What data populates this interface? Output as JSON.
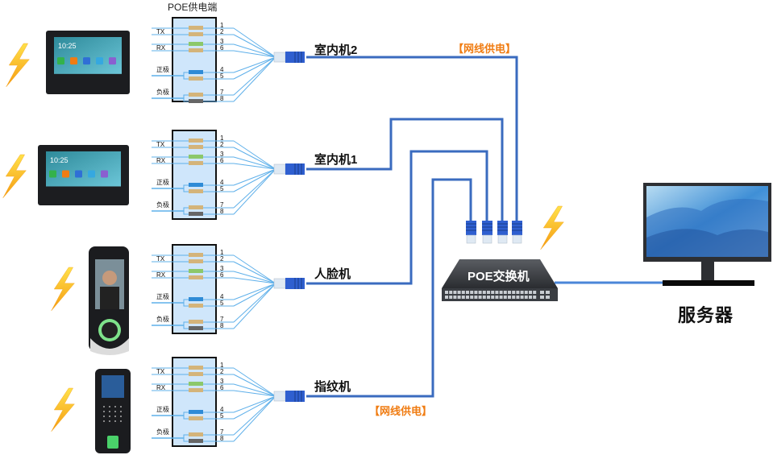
{
  "diagram": {
    "title": "POE供电端",
    "pins": [
      "1",
      "2",
      "3",
      "6",
      "4",
      "5",
      "7",
      "8"
    ],
    "pin_colors": [
      "#d4b47a",
      "#d4b47a",
      "#8cc86a",
      "#d4b47a",
      "#2f8bd6",
      "#d4b47a",
      "#d4b47a",
      "#666666"
    ],
    "signals": {
      "tx": "TX",
      "rx": "RX",
      "positive": "正极",
      "negative": "负极"
    },
    "devices": [
      {
        "name": "室内机2",
        "type": "indoor-monitor"
      },
      {
        "name": "室内机1",
        "type": "indoor-monitor"
      },
      {
        "name": "人脸机",
        "type": "face-terminal"
      },
      {
        "name": "指纹机",
        "type": "fingerprint-terminal"
      }
    ],
    "poe_tags": [
      "【网线供电】",
      "【网线供电】"
    ],
    "switch": {
      "name": "POE交换机"
    },
    "server": {
      "name": "服务器"
    },
    "colors": {
      "cable": "#3a6bbf",
      "wire": "#5fb0ea",
      "accent": "#f07c12",
      "panel": "#cfe6fb"
    },
    "screen_time": "10:25"
  }
}
